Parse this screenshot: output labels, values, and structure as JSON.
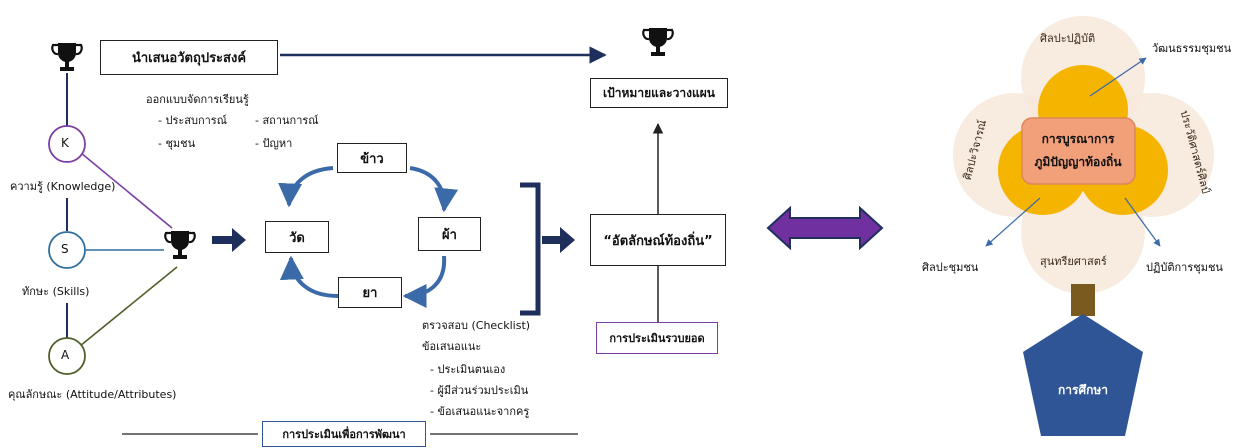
{
  "left": {
    "objective_box": "นำเสนอวัตถุประสงค์",
    "goal_box": "เป้าหมายและวางแผน",
    "design_title": "ออกแบบจัดการเรียนรู้",
    "design_items": [
      "- ประสบการณ์",
      "- สถานการณ์",
      "- ชุมชน",
      "- ปัญหา"
    ],
    "k_letter": "K",
    "k_label": "ความรู้ (Knowledge)",
    "s_letter": "S",
    "s_label": "ทักษะ (Skills)",
    "a_letter": "A",
    "a_label": "คุณลักษณะ (Attitude/Attributes)",
    "cycle": {
      "top": "ข้าว",
      "left": "วัด",
      "right": "ผ้า",
      "bottom": "ยา"
    },
    "identity_box": "“อัตลักษณ์ท้องถิ่น”",
    "summative_box": "การประเมินรวบยอด",
    "check_title": "ตรวจสอบ (Checklist)",
    "advice_title": "ข้อเสนอแนะ",
    "advice_items": [
      "- ประเมินตนเอง",
      "- ผู้มีส่วนร่วมประเมิน",
      "- ข้อเสนอแนะจากครู"
    ],
    "formative_label": "การประเมินเพื่อการพัฒนา"
  },
  "right": {
    "petal_top": "ศิลปะปฏิบัติ",
    "petal_left": "ศิลปะวิจารณ์",
    "petal_right": "ประวัติศาสตร์ศิลป์",
    "petal_bottom": "สุนทรียศาสตร์",
    "center_line1": "การบูรณาการ",
    "center_line2": "ภูมิปัญญาท้องถิ่น",
    "out_top_right": "วัฒนธรรมชุมชน",
    "out_bottom_left": "ศิลปะชุมชน",
    "out_bottom_right": "ปฏิบัติการชุมชน",
    "base_label": "การศึกษา"
  },
  "colors": {
    "navy": "#1f2f5c",
    "purple_line": "#7b3fa0",
    "blue_line": "#2f6f9f",
    "olive_line": "#4f5f2a",
    "cycle_arrow": "#3b6aa8",
    "petal": "#f7e9dc",
    "gold": "#f4b400",
    "salmon": "#f2a07a",
    "trunk": "#7a5a1e",
    "pentagon": "#2f5597",
    "double_arrow": "#7030a0"
  }
}
